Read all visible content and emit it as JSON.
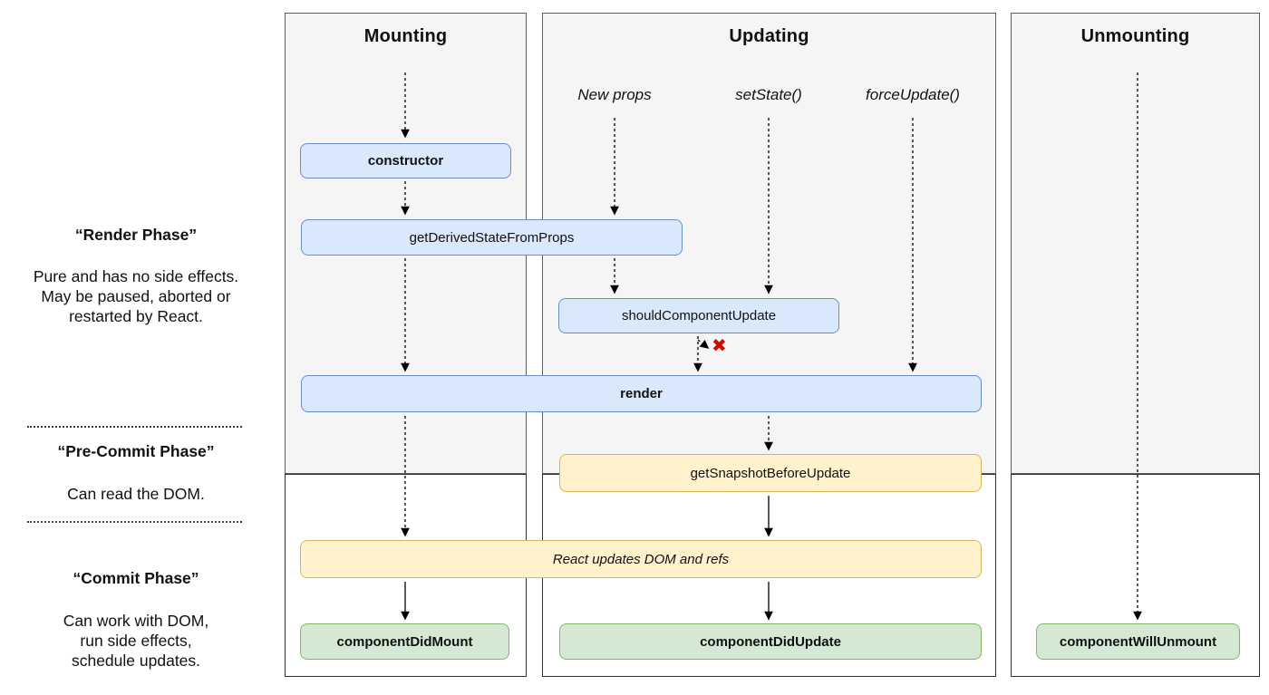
{
  "sidebar": {
    "render_phase_title": "“Render Phase”",
    "render_phase_desc": "Pure and has no side effects.\nMay be paused, aborted or\nrestarted by React.",
    "pre_commit_phase_title": "“Pre-Commit Phase”",
    "pre_commit_phase_desc": "Can read the DOM.",
    "commit_phase_title": "“Commit Phase”",
    "commit_phase_desc": "Can work with DOM,\nrun side effects,\nschedule updates."
  },
  "columns": {
    "mounting_title": "Mounting",
    "updating_title": "Updating",
    "unmounting_title": "Unmounting"
  },
  "triggers": {
    "new_props": "New props",
    "set_state": "setState()",
    "force_update": "forceUpdate()"
  },
  "nodes": {
    "constructor": "constructor",
    "get_derived_state_from_props": "getDerivedStateFromProps",
    "should_component_update": "shouldComponentUpdate",
    "render": "render",
    "get_snapshot_before_update": "getSnapshotBeforeUpdate",
    "react_updates_dom": "React updates DOM and refs",
    "component_did_mount": "componentDidMount",
    "component_did_update": "componentDidUpdate",
    "component_will_unmount": "componentWillUnmount"
  },
  "icons": {
    "reject_x": "✖"
  },
  "colors": {
    "node_blue_fill": "#dae8fc",
    "node_blue_border": "#6c8ebf",
    "node_yellow_fill": "#fff2cc",
    "node_yellow_border": "#d6b656",
    "node_green_fill": "#d5e8d4",
    "node_green_border": "#82b366",
    "column_fill": "#f5f5f5",
    "reject_x_color": "#cf0a00"
  }
}
